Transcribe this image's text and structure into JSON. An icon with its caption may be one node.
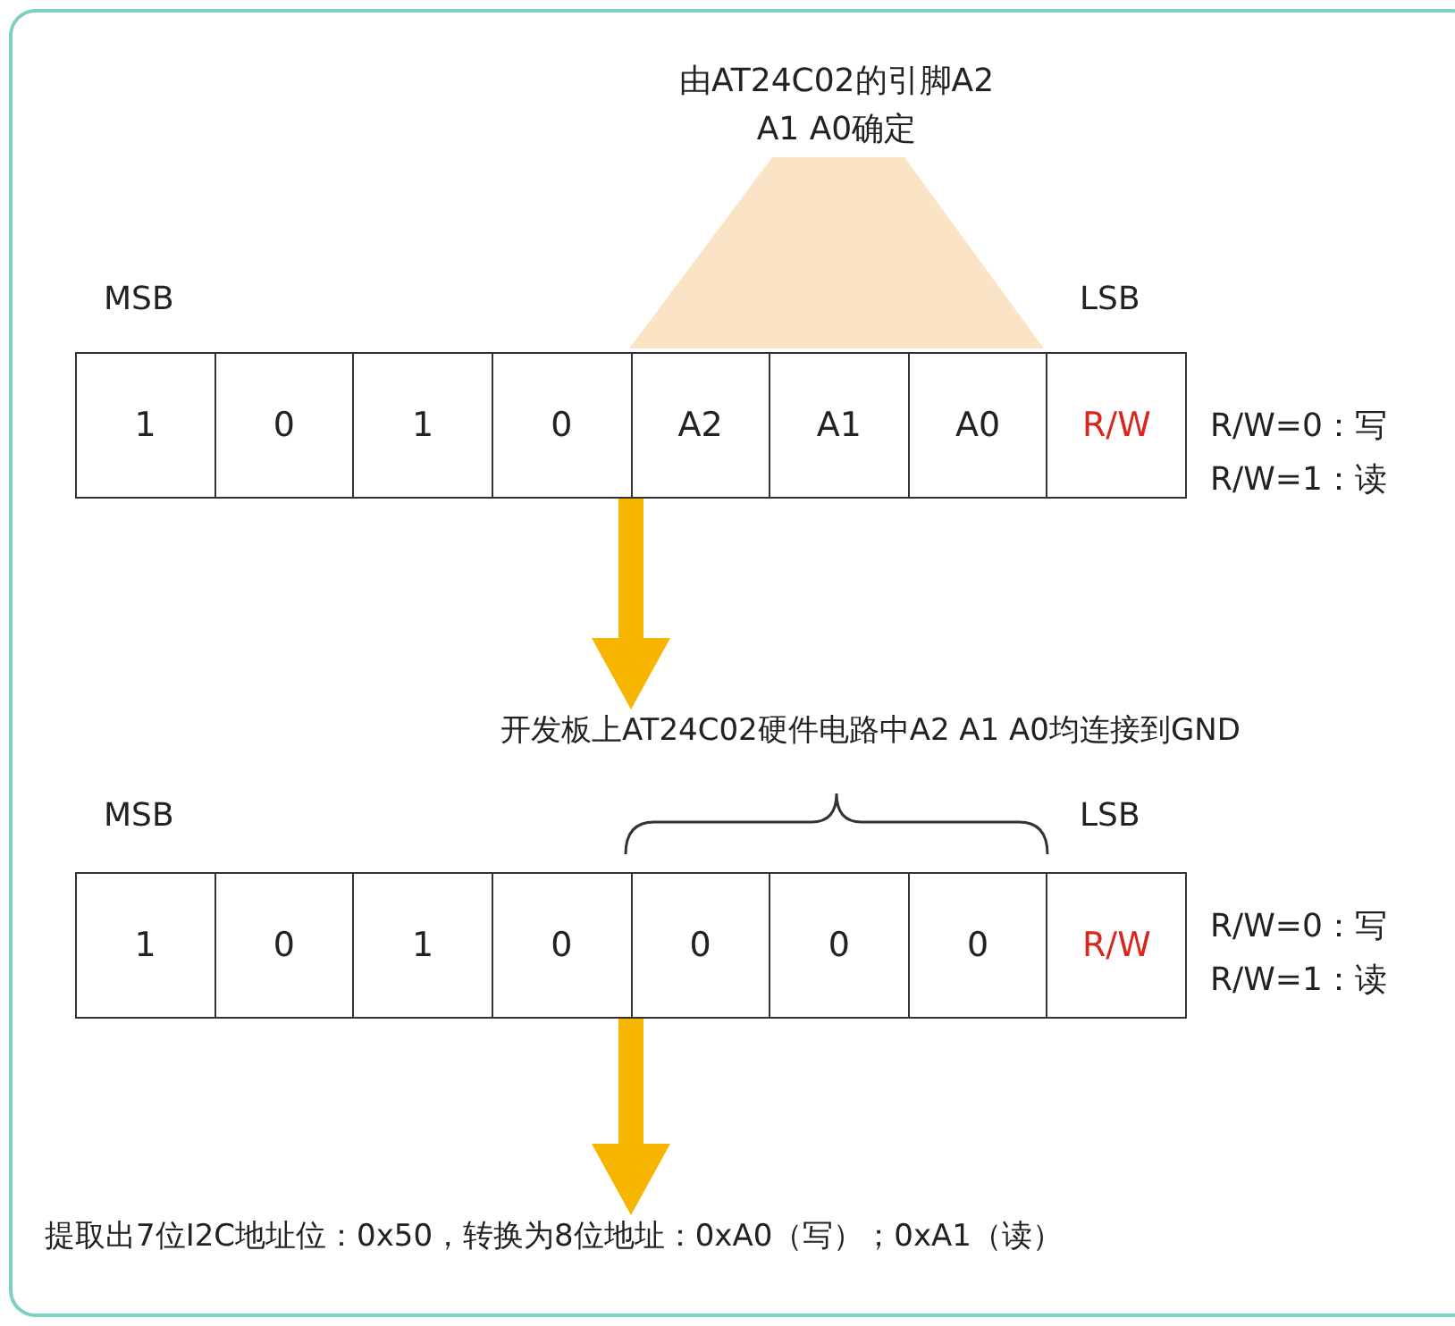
{
  "diagram": {
    "nodes": [
      {
        "text": [],
        "shape": "box"
      },
      {
        "text": [
          "1"
        ],
        "in": 0
      },
      {
        "text": [
          "0"
        ],
        "in": 0
      },
      {
        "text": [
          "1"
        ],
        "in": 0
      },
      {
        "text": [
          "0"
        ],
        "in": 0
      },
      {
        "text": [
          "A2"
        ],
        "in": 0
      },
      {
        "text": [
          "A1"
        ],
        "in": 0
      },
      {
        "text": [
          "A0"
        ],
        "in": 0
      },
      {
        "text": [
          "R/W"
        ],
        "in": 0
      },
      {
        "text": [
          "开发板上AT24C02硬件电路中A2 A1 A0均连接到GND"
        ]
      },
      {
        "text": [],
        "shape": "box"
      },
      {
        "text": [
          "1"
        ],
        "in": 10
      },
      {
        "text": [
          "0"
        ],
        "in": 10
      },
      {
        "text": [
          "1"
        ],
        "in": 10
      },
      {
        "text": [
          "0"
        ],
        "in": 10
      },
      {
        "text": [
          "0"
        ],
        "in": 10
      },
      {
        "text": [
          "0"
        ],
        "in": 10
      },
      {
        "text": [
          "0"
        ],
        "in": 10
      },
      {
        "text": [
          "R/W"
        ],
        "in": 10
      },
      {
        "text": [
          "提取出7位I2C地址位：0x50，转换为8位地址：0xA0（写）；0xA1（读）"
        ]
      }
    ],
    "edges": [
      {
        "from": 0,
        "to": 9,
        "arrow": "to"
      },
      {
        "from": 10,
        "to": 19,
        "arrow": "to"
      }
    ],
    "labels": [
      "由AT24C02的引脚A2 A1 A0确定",
      "MSB",
      "LSB",
      "R/W=0：写",
      "R/W=1：读",
      "MSB",
      "LSB",
      "R/W=0：写",
      "R/W=1：读"
    ]
  }
}
